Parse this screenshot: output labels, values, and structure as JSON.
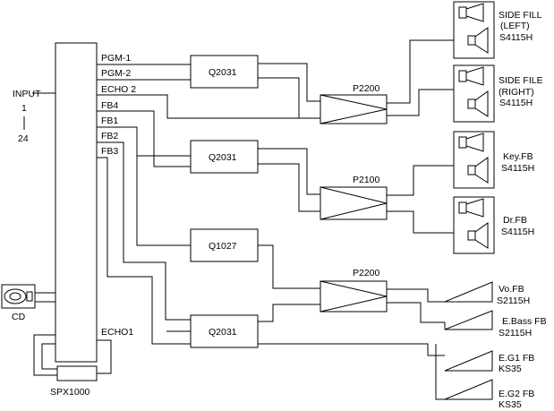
{
  "diagram": {
    "input": {
      "label": "INPUT",
      "range_start": "1",
      "range_end": "24"
    },
    "bus_labels": {
      "pgm1": "PGM-1",
      "pgm2": "PGM-2",
      "echo2": "ECHO 2",
      "fb4": "FB4",
      "fb1": "FB1",
      "fb2": "FB2",
      "fb3": "FB3",
      "echo1": "ECHO1"
    },
    "eqs": {
      "eq1": "Q2031",
      "eq2": "Q2031",
      "eq3": "Q1027",
      "eq4": "Q2031"
    },
    "amps": {
      "amp1": "P2200",
      "amp2": "P2100",
      "amp3": "P2200"
    },
    "speakers": {
      "sp1": {
        "name1": "SIDE FILL",
        "name2": "(LEFT)",
        "model": "S4115H"
      },
      "sp2": {
        "name1": "SIDE FILE",
        "name2": "(RIGHT)",
        "model": "S4115H"
      },
      "sp3": {
        "name1": "Key.FB",
        "model": "S4115H"
      },
      "sp4": {
        "name1": "Dr.FB",
        "model": "S4115H"
      }
    },
    "monitors": {
      "m1": {
        "name": "Vo.FB",
        "model": "S2115H"
      },
      "m2": {
        "name": "E.Bass FB",
        "model": "S2115H"
      },
      "m3": {
        "name": "E.G1 FB",
        "model": "KS35"
      },
      "m4": {
        "name": "E.G2 FB",
        "model": "KS35"
      }
    },
    "cd": "CD",
    "effect": "SPX1000"
  }
}
